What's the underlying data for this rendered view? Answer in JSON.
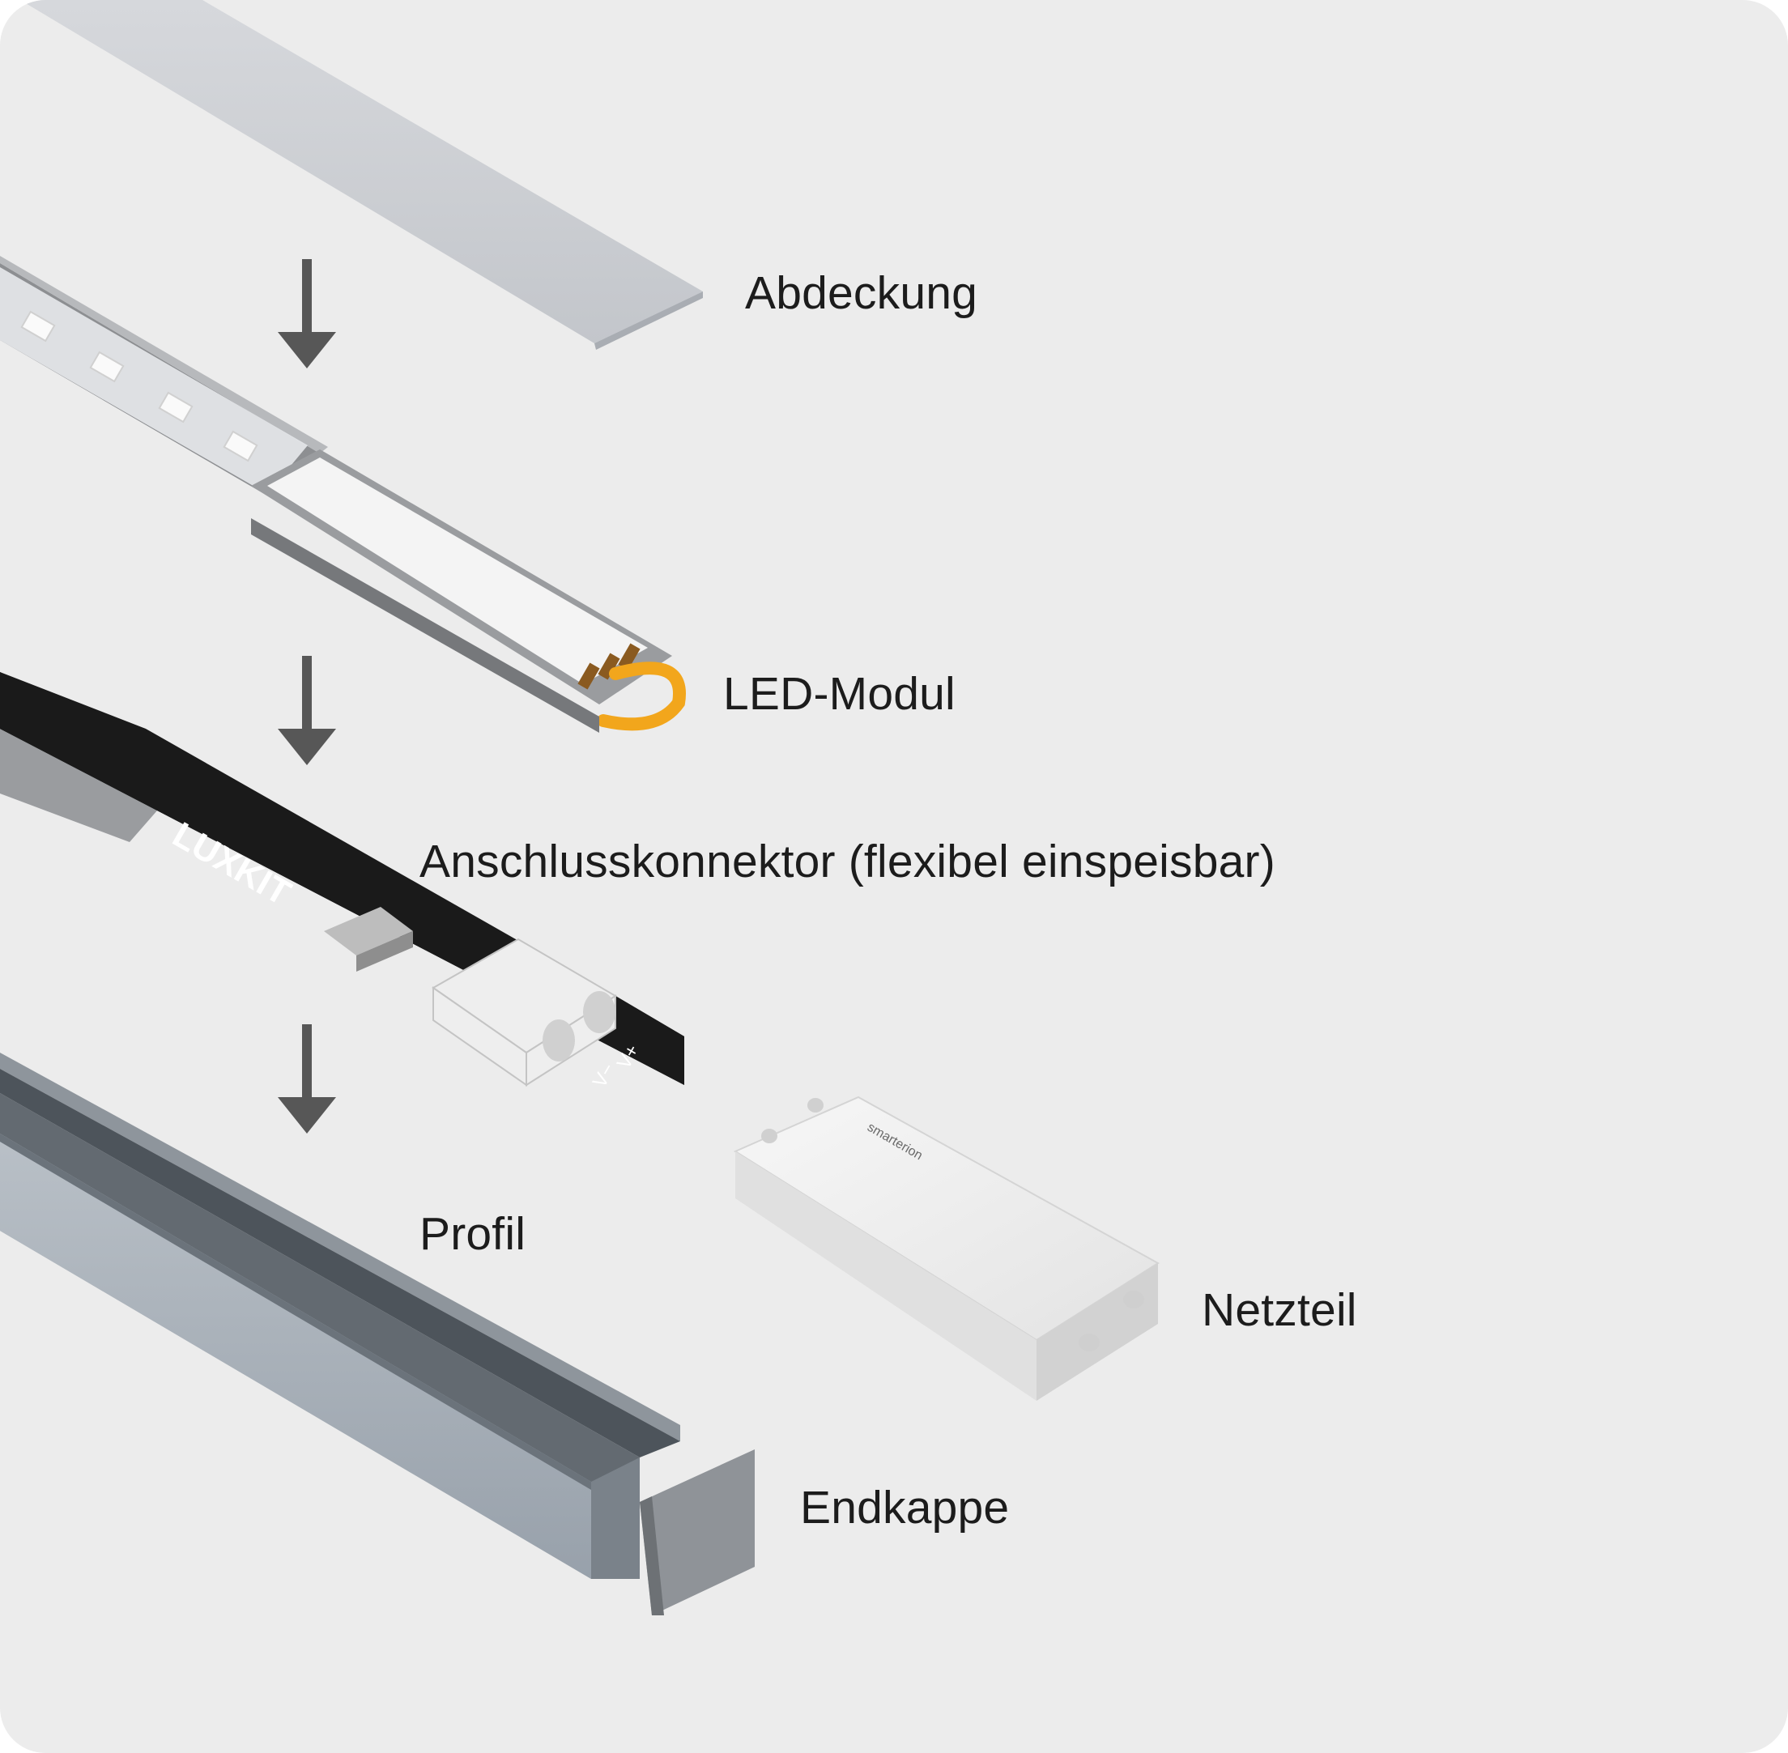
{
  "labels": {
    "cover": "Abdeckung",
    "led_module": "LED-Modul",
    "connector": "Anschlusskonnektor (flexibel einspeisbar)",
    "profile": "Profil",
    "power_supply": "Netzteil",
    "end_cap": "Endkappe"
  },
  "markings": {
    "brand_luxkit": "LUXKIT",
    "brand_smarterion": "smarterion",
    "terminal_plus": "V+",
    "terminal_minus": "V−"
  },
  "colors": {
    "background": "#ececec",
    "arrow": "#575757",
    "label_text": "#1c1c1c",
    "accent_handle": "#f2a61c"
  }
}
